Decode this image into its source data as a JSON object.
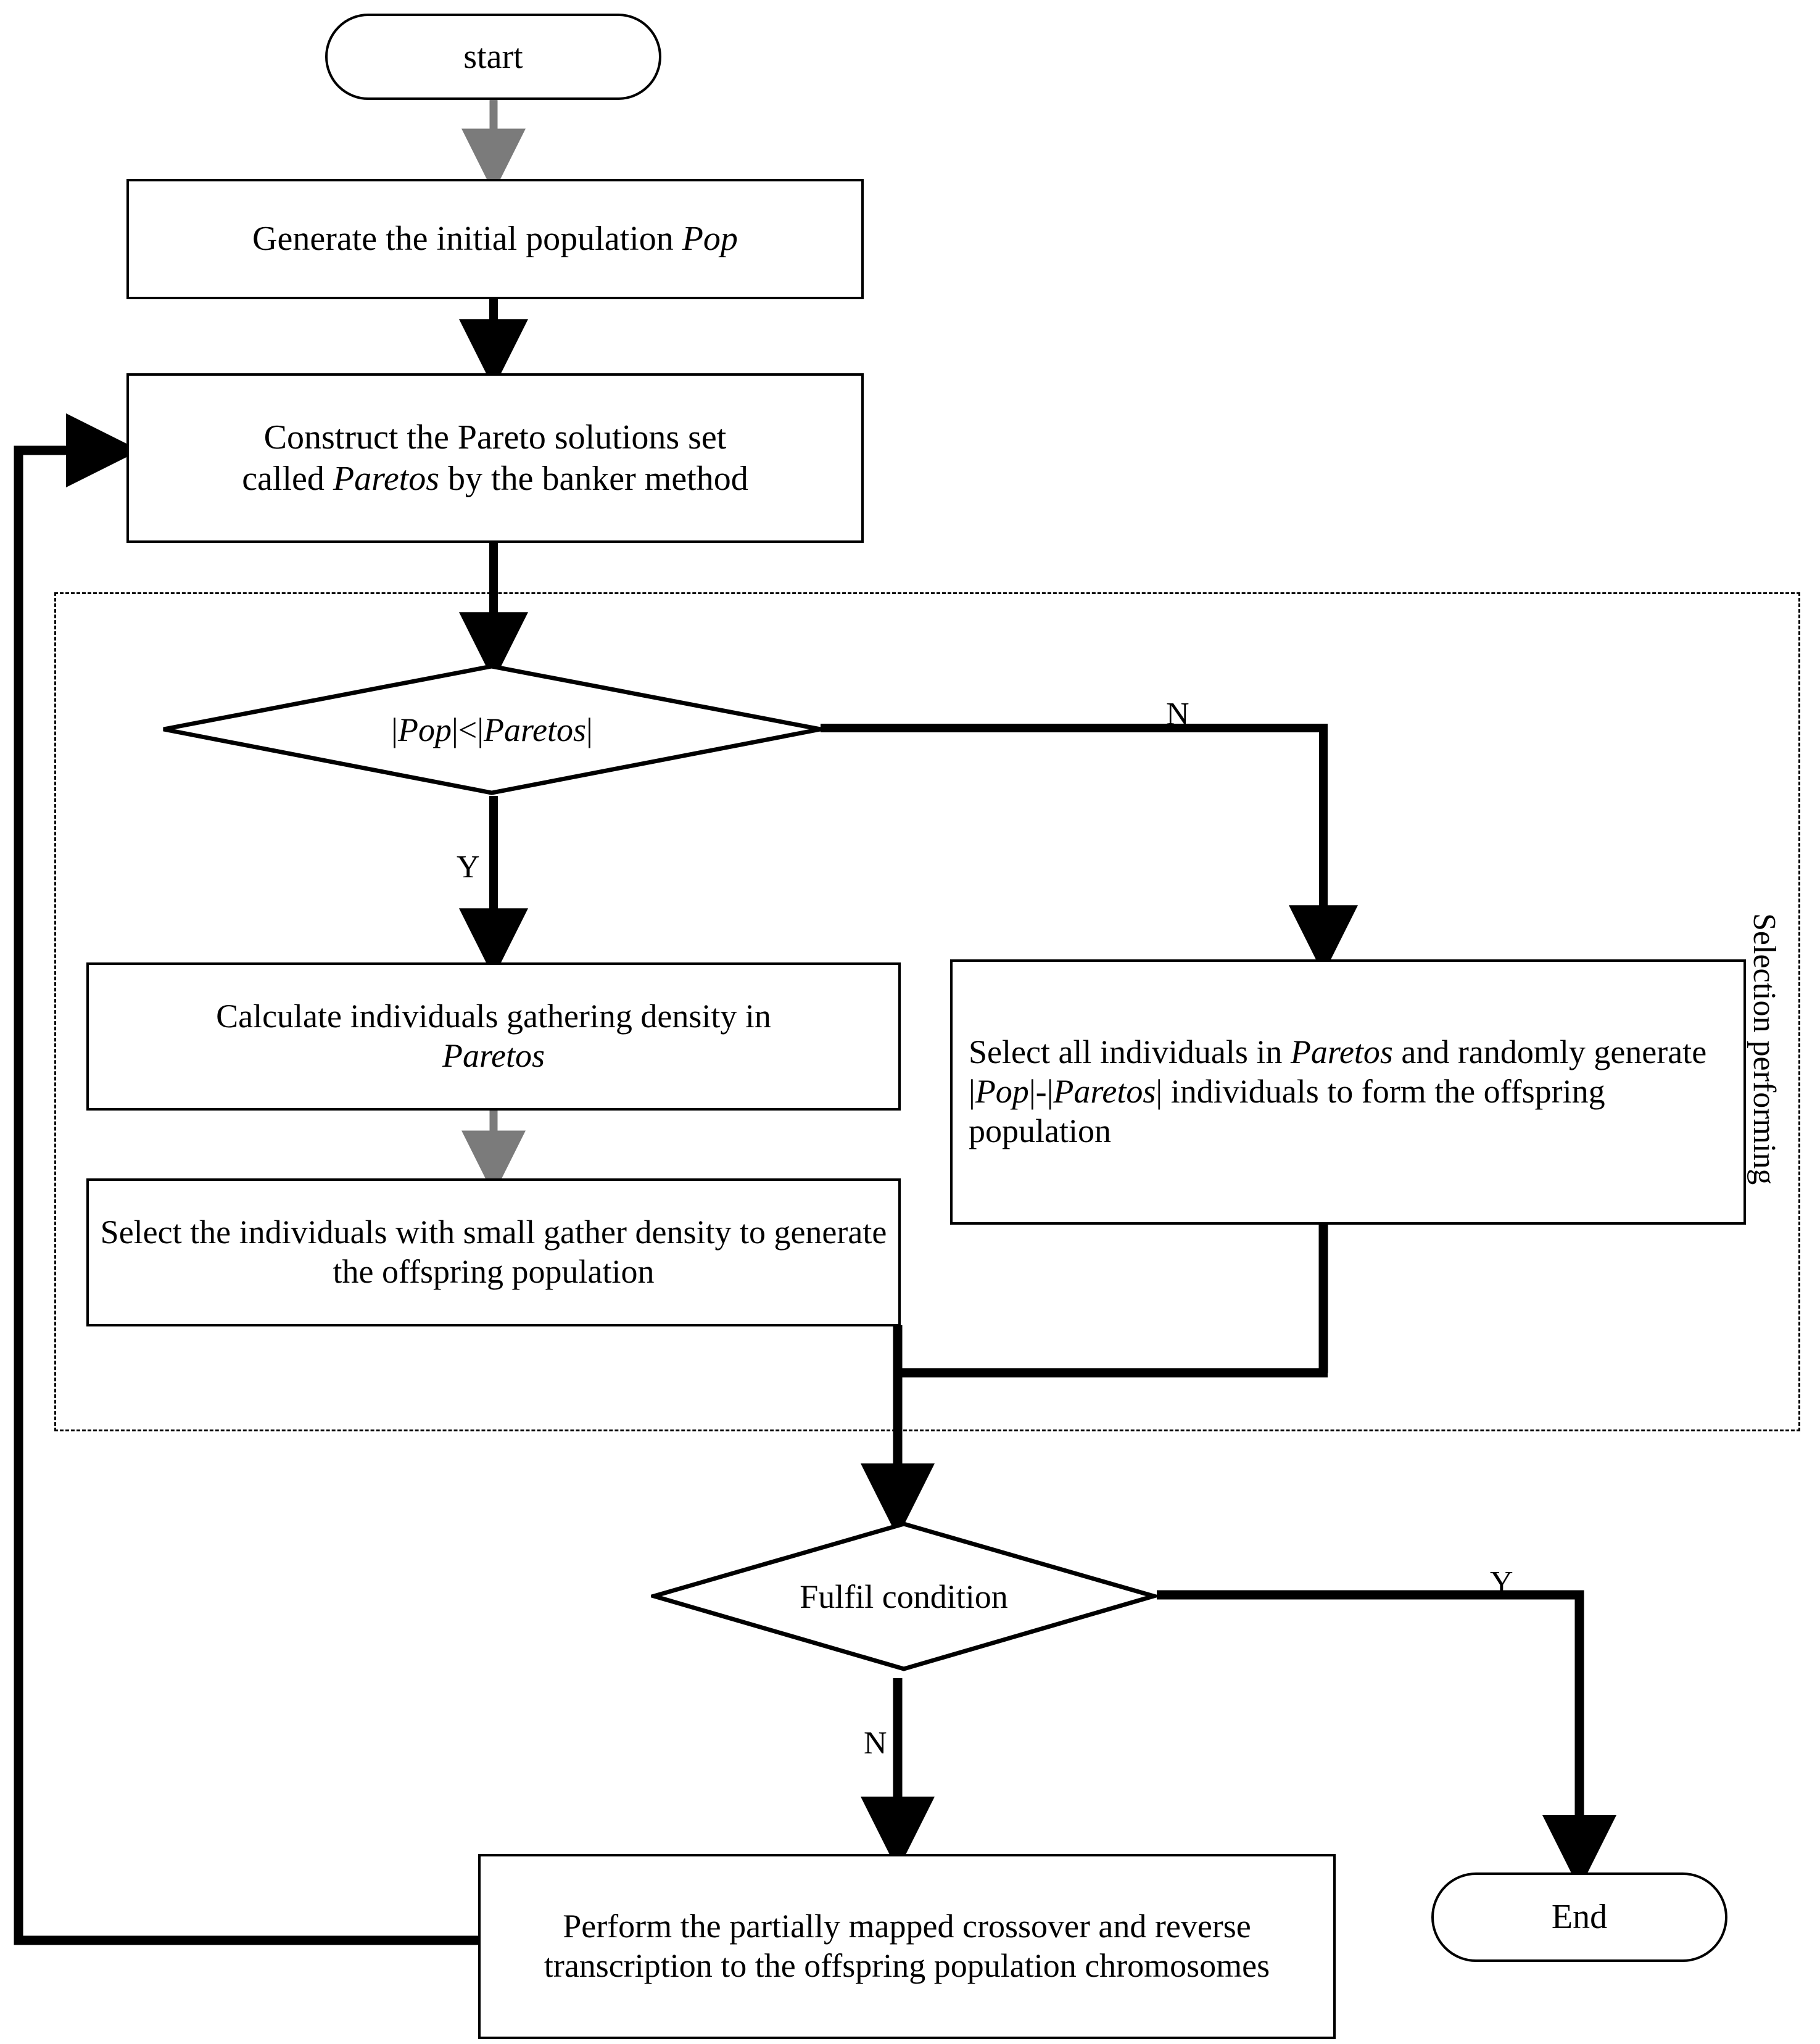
{
  "diagram": {
    "type": "flowchart",
    "title": "Multi-objective genetic algorithm selection flowchart",
    "orientation": "top-to-bottom",
    "colors": {
      "stroke": "#000000",
      "fill": "#ffffff",
      "arrow_gray": "#808080",
      "text": "#000000"
    },
    "nodes": [
      {
        "id": "start",
        "shape": "terminal",
        "label": "start"
      },
      {
        "id": "generate-population",
        "shape": "process",
        "label_parts": [
          {
            "text": "Generate the initial population ",
            "italic": false
          },
          {
            "text": "Pop",
            "italic": true
          }
        ]
      },
      {
        "id": "construct-pareto",
        "shape": "process",
        "label_parts": [
          {
            "text": "Construct the Pareto solutions set",
            "italic": false
          },
          {
            "text": "called ",
            "italic": false
          },
          {
            "text": "Paretos",
            "italic": true
          },
          {
            "text": " by the banker method",
            "italic": false
          }
        ]
      },
      {
        "id": "compare-sizes",
        "shape": "decision",
        "label_parts": [
          {
            "text": "|",
            "italic": false
          },
          {
            "text": "Pop",
            "italic": true
          },
          {
            "text": "|<|",
            "italic": false
          },
          {
            "text": "Paretos",
            "italic": true
          },
          {
            "text": "|",
            "italic": false
          }
        ]
      },
      {
        "id": "calculate-density",
        "shape": "process",
        "label_parts": [
          {
            "text": "Calculate individuals gathering density in",
            "italic": false
          },
          {
            "text": "Paretos",
            "italic": true
          }
        ]
      },
      {
        "id": "select-small-density",
        "shape": "process",
        "label_parts": [
          {
            "text": "Select the individuals with small gather density to generate the offspring population",
            "italic": false
          }
        ]
      },
      {
        "id": "select-all-individuals",
        "shape": "process",
        "label_parts": [
          {
            "text": "Select all individuals in ",
            "italic": false
          },
          {
            "text": "Paretos",
            "italic": true
          },
          {
            "text": " and randomly generate |",
            "italic": false
          },
          {
            "text": "Pop",
            "italic": true
          },
          {
            "text": "|-|",
            "italic": false
          },
          {
            "text": "Paretos",
            "italic": true
          },
          {
            "text": "| individuals to form the offspring population",
            "italic": false
          }
        ]
      },
      {
        "id": "fulfil-condition",
        "shape": "decision",
        "label": "Fulfil condition"
      },
      {
        "id": "crossover",
        "shape": "process",
        "label": "Perform the partially mapped crossover and reverse transcription to the offspring population chromosomes"
      },
      {
        "id": "end",
        "shape": "terminal",
        "label": "End"
      }
    ],
    "edge_labels": {
      "compare_yes": "Y",
      "compare_no": "N",
      "fulfil_yes": "Y",
      "fulfil_no": "N"
    },
    "group": {
      "id": "selection-performing-group",
      "label": "Selection performing",
      "style": "dashed"
    },
    "node_text": {
      "start": "start",
      "generate_population": "Generate the initial population Pop",
      "generate_population_plain": "Generate the initial population ",
      "generate_population_italic": "Pop",
      "construct_line1": "Construct the Pareto solutions set",
      "construct_line2_pre": "called ",
      "construct_line2_italic": "Paretos",
      "construct_line2_post": " by the banker method",
      "compare_pre": "|",
      "compare_pop": "Pop",
      "compare_mid": "|<|",
      "compare_paretos": "Paretos",
      "compare_post": "|",
      "calculate_line1": "Calculate individuals gathering density in",
      "calculate_line2_italic": "Paretos",
      "select_small": "Select the individuals with small gather density to generate the offspring population",
      "select_all_a": "Select all individuals in ",
      "select_all_paretos1": "Paretos",
      "select_all_b": " and randomly generate |",
      "select_all_pop": "Pop",
      "select_all_c": "|-|",
      "select_all_paretos2": "Paretos",
      "select_all_d": "| individuals to form the offspring population",
      "fulfil": "Fulfil condition",
      "crossover": "Perform the partially mapped crossover and reverse transcription to the offspring population chromosomes",
      "end": "End",
      "group_label": "Selection performing"
    }
  }
}
